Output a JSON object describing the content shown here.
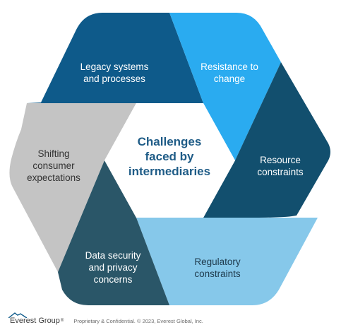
{
  "center": {
    "lines": [
      "Challenges",
      "faced by",
      "intermediaries"
    ],
    "color": "#1f5c87"
  },
  "segments": [
    {
      "id": "legacy",
      "lines": [
        "Legacy systems",
        "and processes"
      ],
      "color": "#0e5a8a",
      "text_color": "#ffffff"
    },
    {
      "id": "resistance",
      "lines": [
        "Resistance to",
        "change"
      ],
      "color": "#2aabf0",
      "text_color": "#ffffff"
    },
    {
      "id": "resource",
      "lines": [
        "Resource",
        "constraints"
      ],
      "color": "#124f6e",
      "text_color": "#ffffff"
    },
    {
      "id": "regulatory",
      "lines": [
        "Regulatory",
        "constraints"
      ],
      "color": "#86c8ea",
      "text_color": "#1e3a4c"
    },
    {
      "id": "data-security",
      "lines": [
        "Data security",
        "and privacy",
        "concerns"
      ],
      "color": "#2a5668",
      "text_color": "#ffffff"
    },
    {
      "id": "shifting",
      "lines": [
        "Shifting",
        "consumer",
        "expectations"
      ],
      "color": "#c4c4c4",
      "text_color": "#333333"
    }
  ],
  "footer": {
    "brand": "Everest Group",
    "brand_mark": "®",
    "note": "Proprietary & Confidential. © 2023, Everest Global, Inc."
  }
}
